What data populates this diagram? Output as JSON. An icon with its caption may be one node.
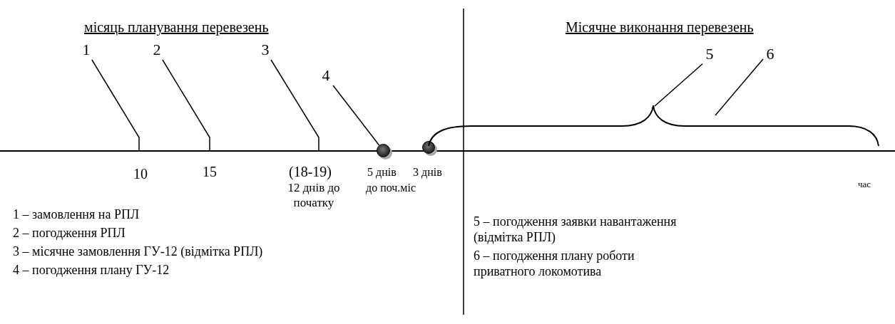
{
  "diagram": {
    "nodes": [
      {
        "text": [
          "1"
        ]
      },
      {
        "text": [
          "2"
        ]
      },
      {
        "text": [
          "3"
        ]
      },
      {
        "text": [
          "4"
        ]
      },
      {
        "text": [],
        "shape": "circle"
      },
      {
        "text": [],
        "shape": "circle"
      },
      {
        "text": [
          "5"
        ]
      },
      {
        "text": [
          "6"
        ]
      },
      {
        "text": [],
        "shape": "brace"
      }
    ],
    "edges": [
      {
        "from": 0,
        "to": null,
        "arrow": "none"
      },
      {
        "from": 1,
        "to": null,
        "arrow": "none"
      },
      {
        "from": 2,
        "to": null,
        "arrow": "none"
      },
      {
        "from": 3,
        "to": 4,
        "arrow": "none"
      },
      {
        "from": 6,
        "to": 8,
        "arrow": "none"
      },
      {
        "from": 7,
        "to": 8,
        "arrow": "none"
      }
    ],
    "labels": [
      "місяць планування перевезень",
      "Місячне виконання перевезень",
      "10",
      "15",
      "(18-19)",
      "5 днів",
      "3 днів",
      "12 днів до початку",
      "до поч.міс",
      "час",
      "1 – замовлення на РПЛ",
      "2 – погодження РПЛ",
      "3 – місячне замовлення ГУ-12 (відмітка РПЛ)",
      "4 – погодження плану ГУ-12",
      "5 – погодження заявки навантаження (відмітка РПЛ)",
      "6 – погодження плану роботи приватного локомотива"
    ]
  }
}
